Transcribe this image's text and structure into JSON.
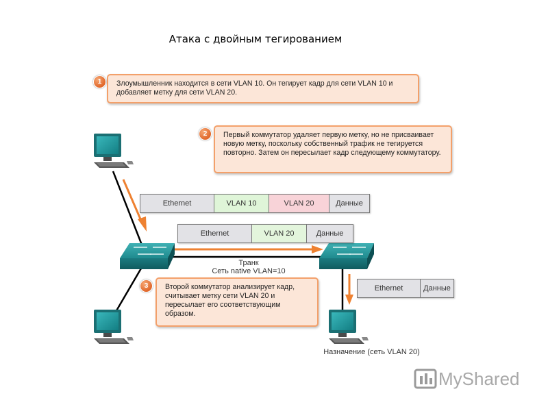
{
  "title": "Атака с двойным тегированием",
  "steps": [
    {
      "number": "1",
      "text": "Злоумышленник находится в сети VLAN 10. Он тегирует кадр для сети VLAN 10 и добавляет метку для сети VLAN 20."
    },
    {
      "number": "2",
      "text": "Первый коммутатор удаляет первую метку, но не присваивает новую метку, поскольку собственный трафик не тегируется повторно. Затем он пересылает кадр следующему коммутатору."
    },
    {
      "number": "3",
      "text": "Второй коммутатор анализирует кадр, считывает метку сети VLAN 20 и пересылает его соответствующим образом."
    }
  ],
  "frames": {
    "double_tagged": [
      "Ethernet",
      "VLAN 10",
      "VLAN 20",
      "Данные"
    ],
    "single_tagged": [
      "Ethernet",
      "VLAN 20",
      "Данные"
    ],
    "untagged": [
      "Ethernet",
      "Данные"
    ]
  },
  "trunk_label": "Транк",
  "native_vlan_label": "Сеть native VLAN=10",
  "destination_label": "Назначение (сеть VLAN 20)",
  "watermark": "MyShared",
  "colors": {
    "accent_orange": "#ee8131",
    "callout_fill": "#fce6d8",
    "switch_teal": "#1f8a8e",
    "vlan_green": "#dff5d8",
    "vlan_pink": "#f8d3d8"
  },
  "icons": [
    "computer-icon",
    "switch-icon",
    "arrow-icon",
    "myshared-logo-icon"
  ]
}
